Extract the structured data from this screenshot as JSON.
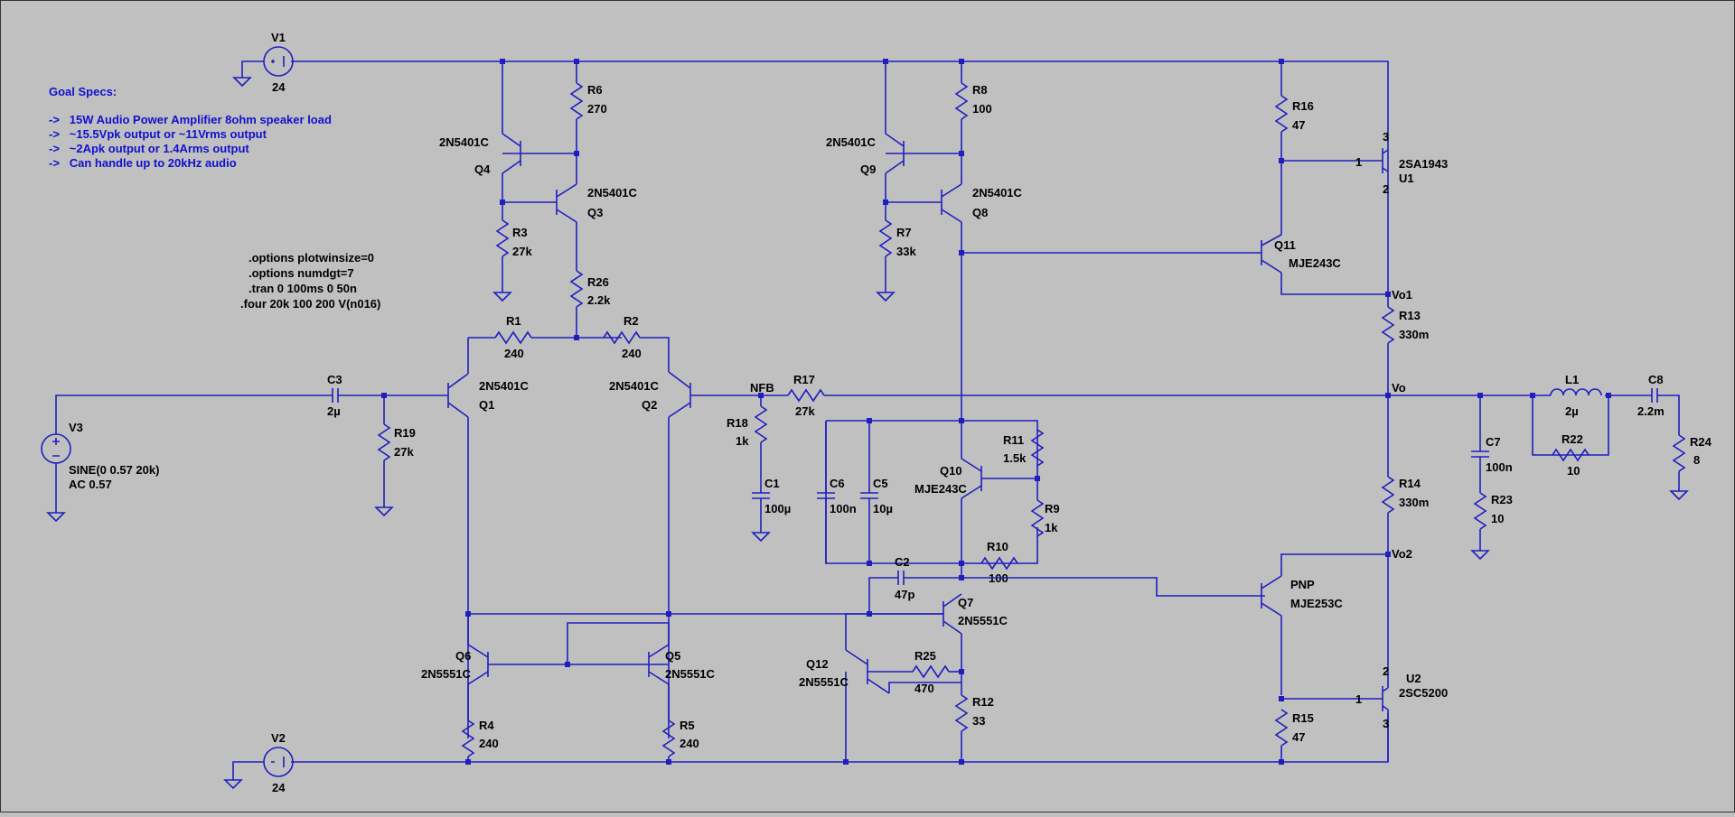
{
  "spec_notes": {
    "title": "Goal Specs:",
    "lines": [
      "->   15W Audio Power Amplifier 8ohm speaker load",
      "->   ~15.5Vpk output or ~11Vrms output",
      "->   ~2Apk output or 1.4Arms output",
      "->   Can handle up to 20kHz audio"
    ]
  },
  "spice_directives": [
    ".options plotwinsize=0",
    ".options numdgt=7",
    ".tran 0 100ms 0 50n",
    ".four 20k 100 200 V(n016)"
  ],
  "colors": {
    "background": "#c0c0c0",
    "wire": "#1f1fbf",
    "spec_text": "#1010d0",
    "label": "#000000"
  },
  "sources": [
    {
      "id": "V1",
      "name": "V1",
      "value": "24"
    },
    {
      "id": "V2",
      "name": "V2",
      "value": "24"
    },
    {
      "id": "V3",
      "name": "V3",
      "value": "SINE(0 0.57 20k)",
      "value2": "AC 0.57"
    }
  ],
  "resistors": [
    {
      "id": "R6",
      "name": "R6",
      "value": "270"
    },
    {
      "id": "R3",
      "name": "R3",
      "value": "27k"
    },
    {
      "id": "R26",
      "name": "R26",
      "value": "2.2k"
    },
    {
      "id": "R1",
      "name": "R1",
      "value": "240"
    },
    {
      "id": "R2",
      "name": "R2",
      "value": "240"
    },
    {
      "id": "R19",
      "name": "R19",
      "value": "27k"
    },
    {
      "id": "R8",
      "name": "R8",
      "value": "100"
    },
    {
      "id": "R7",
      "name": "R7",
      "value": "33k"
    },
    {
      "id": "R17",
      "name": "R17",
      "value": "27k"
    },
    {
      "id": "R18",
      "name": "R18",
      "value": "1k"
    },
    {
      "id": "R11",
      "name": "R11",
      "value": "1.5k"
    },
    {
      "id": "R9",
      "name": "R9",
      "value": "1k"
    },
    {
      "id": "R10",
      "name": "R10",
      "value": "100"
    },
    {
      "id": "R25",
      "name": "R25",
      "value": "470"
    },
    {
      "id": "R12",
      "name": "R12",
      "value": "33"
    },
    {
      "id": "R4",
      "name": "R4",
      "value": "240"
    },
    {
      "id": "R5",
      "name": "R5",
      "value": "240"
    },
    {
      "id": "R16",
      "name": "R16",
      "value": "47"
    },
    {
      "id": "R13",
      "name": "R13",
      "value": "330m"
    },
    {
      "id": "R14",
      "name": "R14",
      "value": "330m"
    },
    {
      "id": "R15",
      "name": "R15",
      "value": "47"
    },
    {
      "id": "R22",
      "name": "R22",
      "value": "10"
    },
    {
      "id": "R23",
      "name": "R23",
      "value": "10"
    },
    {
      "id": "R24",
      "name": "R24",
      "value": "8"
    }
  ],
  "capacitors": [
    {
      "id": "C3",
      "name": "C3",
      "value": "2µ"
    },
    {
      "id": "C1",
      "name": "C1",
      "value": "100µ"
    },
    {
      "id": "C6",
      "name": "C6",
      "value": "100n"
    },
    {
      "id": "C5",
      "name": "C5",
      "value": "10µ"
    },
    {
      "id": "C2",
      "name": "C2",
      "value": "47p"
    },
    {
      "id": "C7",
      "name": "C7",
      "value": "100n"
    },
    {
      "id": "C8",
      "name": "C8",
      "value": "2.2m"
    }
  ],
  "inductors": [
    {
      "id": "L1",
      "name": "L1",
      "value": "2µ"
    }
  ],
  "transistors": [
    {
      "id": "Q4",
      "name": "Q4",
      "model": "2N5401C"
    },
    {
      "id": "Q3",
      "name": "Q3",
      "model": "2N5401C"
    },
    {
      "id": "Q1",
      "name": "Q1",
      "model": "2N5401C"
    },
    {
      "id": "Q2",
      "name": "Q2",
      "model": "2N5401C"
    },
    {
      "id": "Q9",
      "name": "Q9",
      "model": "2N5401C"
    },
    {
      "id": "Q8",
      "name": "Q8",
      "model": "2N5401C"
    },
    {
      "id": "Q10",
      "name": "Q10",
      "model": "MJE243C"
    },
    {
      "id": "Q11",
      "name": "Q11",
      "model": "MJE243C"
    },
    {
      "id": "Q7",
      "name": "Q7",
      "model": "2N5551C"
    },
    {
      "id": "Q12",
      "name": "Q12",
      "model": "2N5551C"
    },
    {
      "id": "Q6",
      "name": "Q6",
      "model": "2N5551C"
    },
    {
      "id": "Q5",
      "name": "Q5",
      "model": "2N5551C"
    },
    {
      "id": "PNP",
      "name": "PNP",
      "model": "MJE253C"
    },
    {
      "id": "U1",
      "name": "U1",
      "model": "2SA1943",
      "pins": [
        "1",
        "2",
        "3"
      ]
    },
    {
      "id": "U2",
      "name": "U2",
      "model": "2SC5200",
      "pins": [
        "1",
        "2",
        "3"
      ]
    }
  ],
  "net_labels": [
    "NFB",
    "Vo",
    "Vo1",
    "Vo2"
  ]
}
